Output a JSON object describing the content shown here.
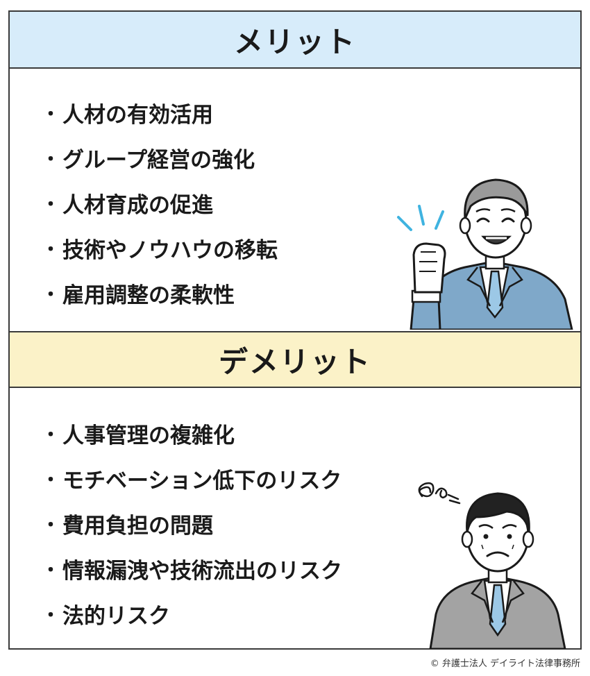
{
  "merit": {
    "heading": "メリット",
    "bullet": "・",
    "items": [
      "人材の有効活用",
      "グループ経営の強化",
      "人材育成の促進",
      "技術やノウハウの移転",
      "雇用調整の柔軟性"
    ],
    "illustration": "smiling-businessman-fist-pump"
  },
  "demerit": {
    "heading": "デメリット",
    "bullet": "・",
    "items": [
      "人事管理の複雑化",
      "モチベーション低下のリスク",
      "費用負担の問題",
      "情報漏洩や技術流出のリスク",
      "法的リスク"
    ],
    "illustration": "worried-businessman"
  },
  "credit": "© 弁護士法人 デイライト法律事務所",
  "colors": {
    "merit_header_bg": "#d7ecfa",
    "demerit_header_bg": "#fbf2c8",
    "suit_blue": "#7fa8c9",
    "suit_gray": "#a3a3a3",
    "tie_blue": "#9cc8e6",
    "accent_cyan": "#3fb3e0"
  }
}
